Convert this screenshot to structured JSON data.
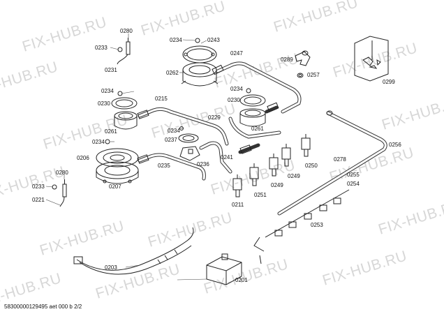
{
  "watermark": "FIX-HUB.RU",
  "footer": "58300000129495 aet 000 b 2/2",
  "labels": {
    "p0280a": "0280",
    "p0233a": "0233",
    "p0231": "0231",
    "p0234a": "0234",
    "p0243": "0243",
    "p0262": "0262",
    "p0247": "0247",
    "p0289": "0289",
    "p0257": "0257",
    "p0299": "0299",
    "p0234b": "0234",
    "p0230a": "0230",
    "p0261a": "0261",
    "p0215": "0215",
    "p0234c": "0234",
    "p0230b": "0230",
    "p0229": "0229",
    "p0261b": "0261",
    "p0234d": "0234",
    "p0237": "0237",
    "p0236": "0236",
    "p0241": "0241",
    "p0234e": "0234",
    "p0206": "0206",
    "p0235": "0235",
    "p0207": "0207",
    "p0280b": "0280",
    "p0233b": "0233",
    "p0221": "0221",
    "p0256": "0256",
    "p0278": "0278",
    "p0250": "0250",
    "p0249a": "0249",
    "p0249b": "0249",
    "p0255": "0255",
    "p0254": "0254",
    "p0211": "0211",
    "p0251": "0251",
    "p0253": "0253",
    "p0203": "0203",
    "p0201": "0201"
  }
}
